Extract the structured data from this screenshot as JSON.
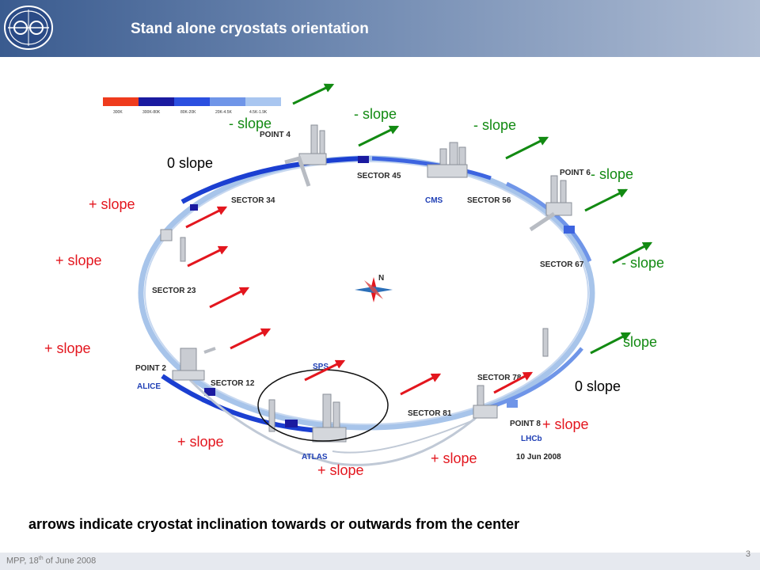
{
  "header": {
    "title": "Stand alone cryostats orientation"
  },
  "colors": {
    "plus_arrow": "#e3161e",
    "minus_arrow": "#128a12",
    "ring_dark": "#1b3fd1",
    "ring_light": "#a7c4ea",
    "header_start": "#3a5b8f"
  },
  "legend": {
    "items": [
      {
        "label": "300K",
        "color": "#ef3b1d"
      },
      {
        "label": "300K-80K",
        "color": "#1a1aa0"
      },
      {
        "label": "80K-20K",
        "color": "#2b4fe0"
      },
      {
        "label": "20K-4.5K",
        "color": "#6f95e8"
      },
      {
        "label": "4.5K-1.9K",
        "color": "#a9c6f0"
      }
    ]
  },
  "map": {
    "sectors": {
      "s45": "SECTOR 45",
      "s34": "SECTOR 34",
      "s56": "SECTOR 56",
      "s67": "SECTOR 67",
      "s23": "SECTOR 23",
      "s12": "SECTOR 12",
      "s81": "SECTOR 81",
      "s78": "SECTOR 78"
    },
    "points": {
      "p4": "POINT 4",
      "p6": "POINT 6",
      "p2": "POINT 2",
      "p8": "POINT 8"
    },
    "experiments": {
      "cms": "CMS",
      "alice": "ALICE",
      "atlas": "ATLAS",
      "lhcb": "LHCb",
      "sps": "SPS"
    },
    "compass": "N",
    "date": "10 Jun 2008"
  },
  "labels": {
    "m1": "- slope",
    "m2": "- slope",
    "m3": "- slope",
    "m4": "- slope",
    "m5": "- slope",
    "m6": "slope",
    "z1": "0 slope",
    "z2": "0 slope",
    "p1": "+ slope",
    "p2": "+ slope",
    "p3": "+ slope",
    "p4": "+ slope",
    "p5": "+ slope",
    "p6": "+ slope",
    "p7": "+ slope"
  },
  "caption": "arrows indicate cryostat inclination towards or outwards from the center",
  "footer": {
    "date_prefix": "MPP, 18",
    "date_sup": "th",
    "date_suffix": " of June 2008",
    "page": "3"
  }
}
